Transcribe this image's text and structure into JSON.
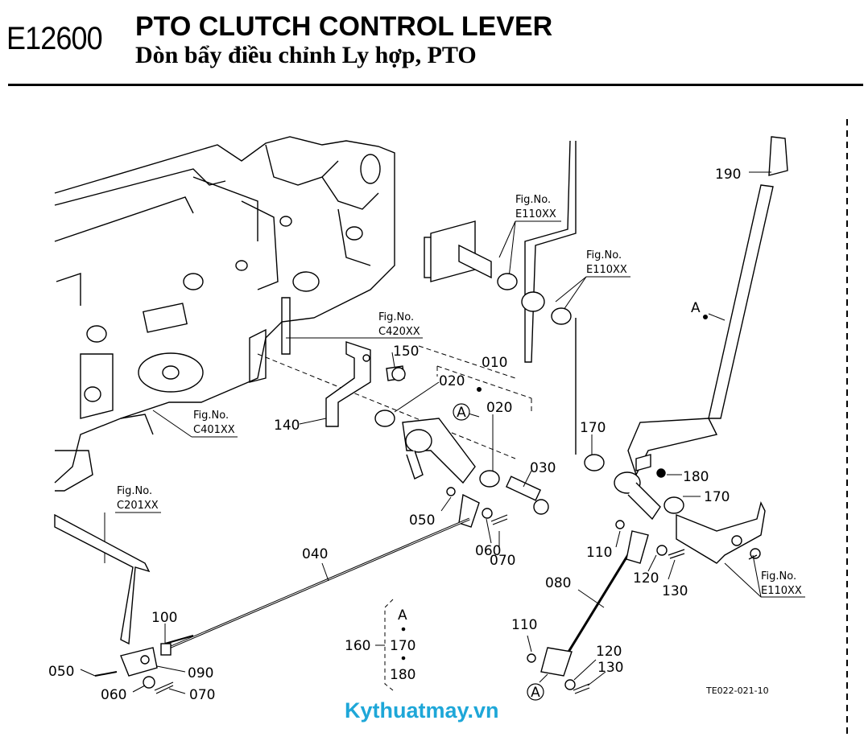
{
  "header": {
    "code": "E12600",
    "title": "PTO CLUTCH CONTROL LEVER",
    "subtitle": "Dòn bẩy điều chỉnh Ly hợp, PTO"
  },
  "refs": {
    "fig_label": "Fig.No.",
    "e110_a": "E110XX",
    "e110_b": "E110XX",
    "e110_c": "E110XX",
    "c420": "C420XX",
    "c401": "C401XX",
    "c201": "C201XX"
  },
  "parts": {
    "p190": "190",
    "pA": "A",
    "p150": "150",
    "p010": "010",
    "p020a": "020",
    "p020b": "020",
    "p140": "140",
    "p170a": "170",
    "p180": "180",
    "p170b": "170",
    "p030": "030",
    "p050a": "050",
    "p060a": "060",
    "p070a": "070",
    "p040": "040",
    "p110a": "110",
    "p120a": "120",
    "p130a": "130",
    "p080": "080",
    "p100": "100",
    "p050b": "050",
    "p090": "090",
    "p060b": "060",
    "p070b": "070",
    "p160": "160",
    "p110b": "110",
    "p120b": "120",
    "p130b": "130",
    "circleA1": "A",
    "circleA2": "A"
  },
  "legend": {
    "head": "A",
    "item1": "170",
    "item2": "180"
  },
  "footnote": "TE022-021-10",
  "watermark": "Kythuatmay.vn"
}
